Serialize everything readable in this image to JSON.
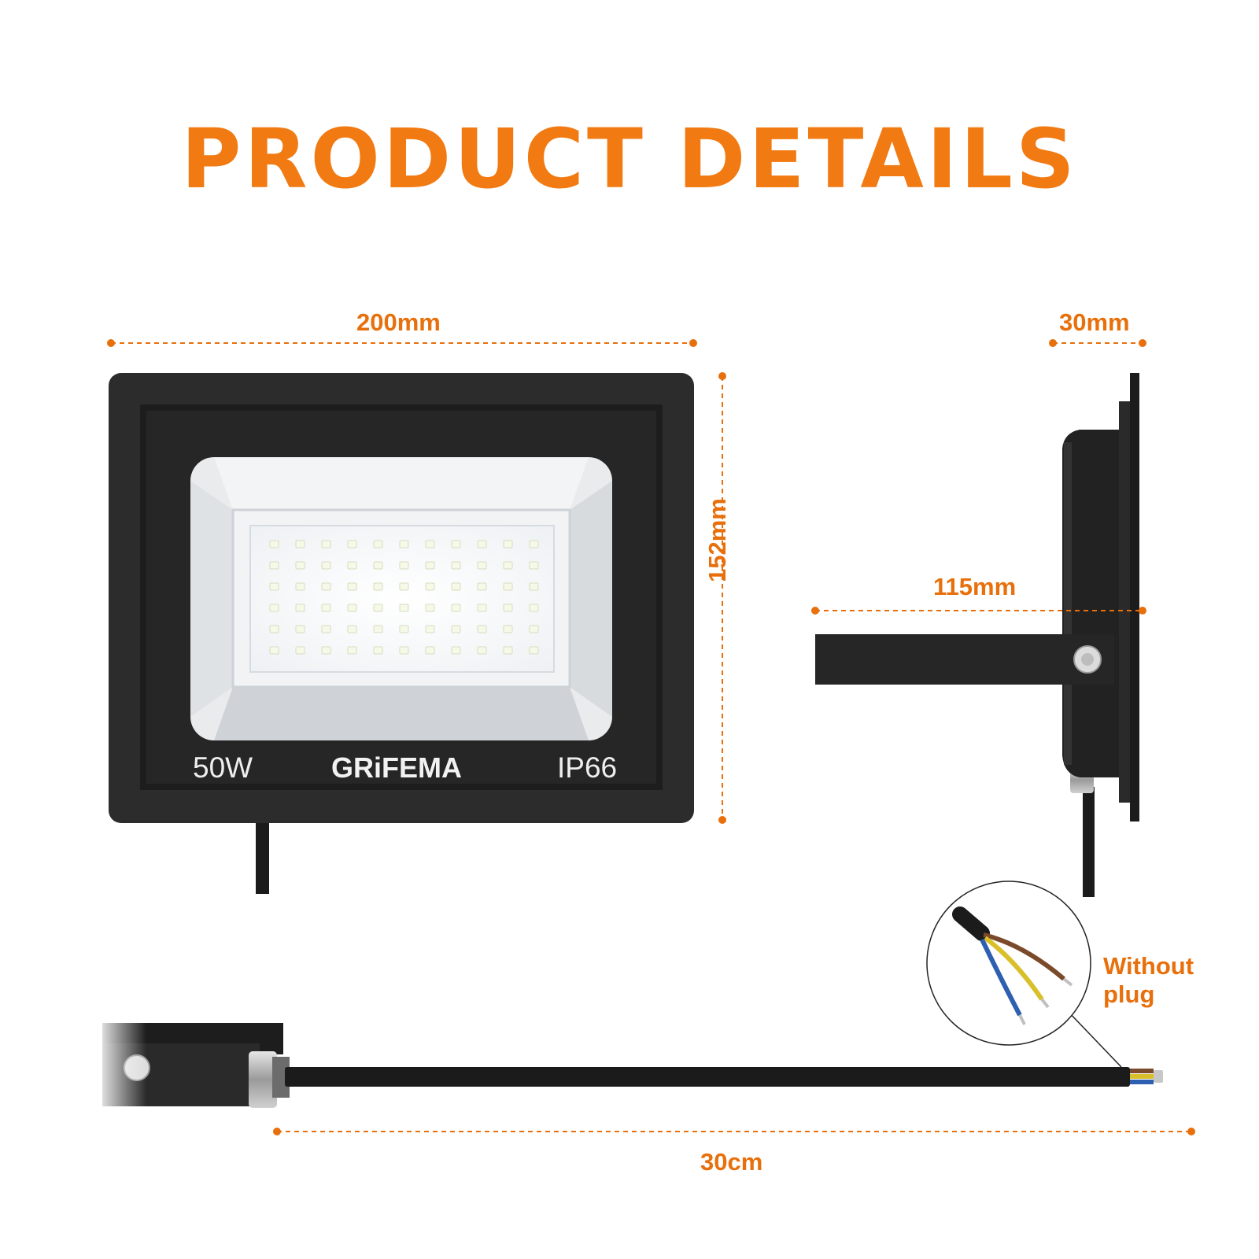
{
  "header": {
    "title": "PRODUCT DETAILS"
  },
  "dimensions": {
    "width": "200mm",
    "height": "152mm",
    "depth": "30mm",
    "bracket": "115mm",
    "cable": "30cm"
  },
  "product": {
    "power": "50W",
    "brand": "GRiFEMA",
    "rating": "IP66"
  },
  "cable_note": "Without plug",
  "colors": {
    "accent": "#f27a12",
    "housing": "#2e2e2e",
    "wire_brown": "#7a4a2a",
    "wire_yellow_green": "#d9c02a",
    "wire_blue": "#2f5fb0"
  }
}
